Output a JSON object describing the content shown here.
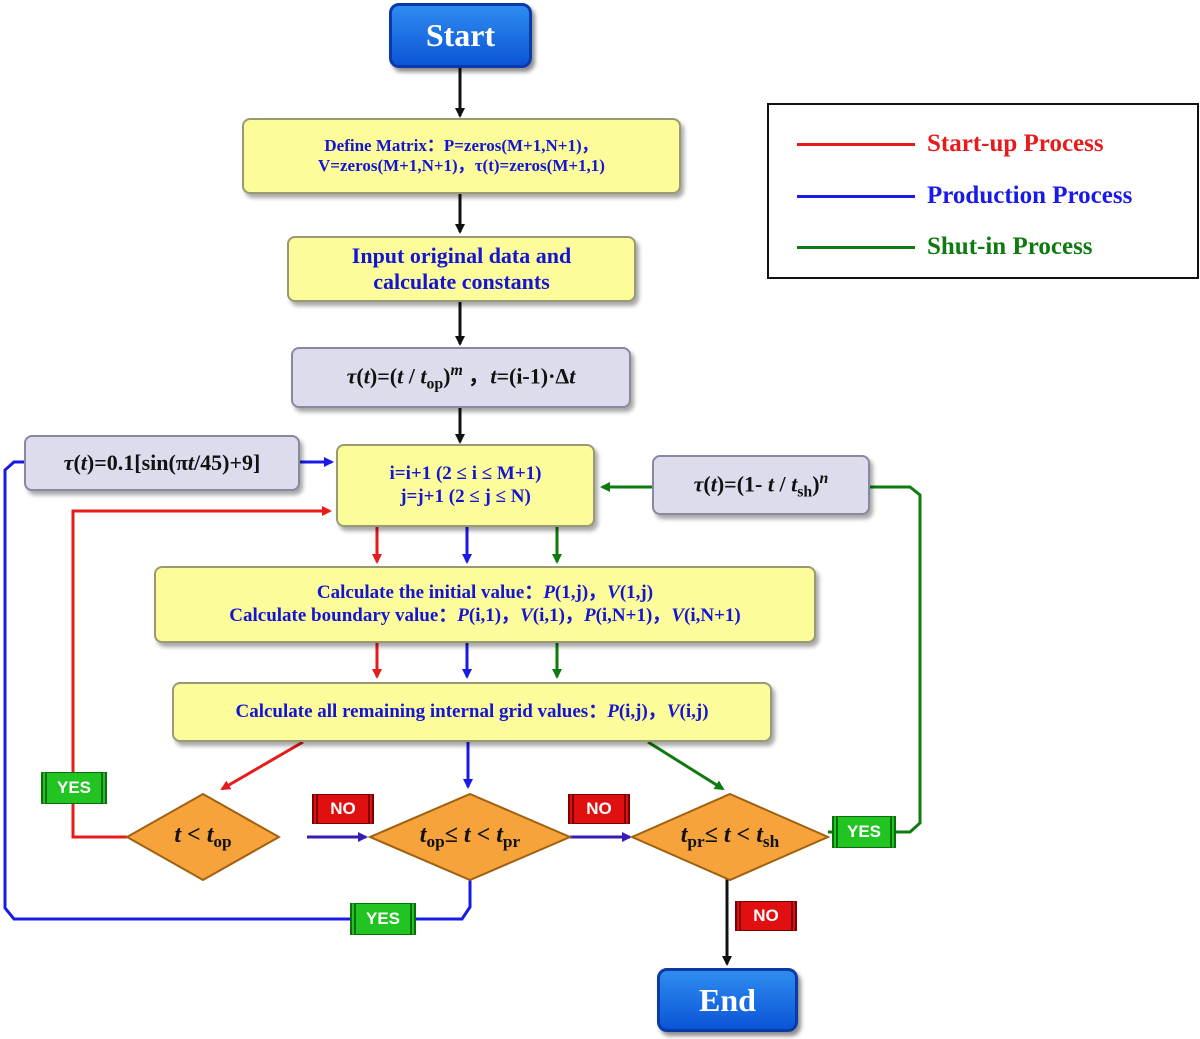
{
  "colors": {
    "startup": "#e61c1c",
    "production": "#1a1ae6",
    "shutin": "#0f7a0f",
    "flow": "#111111",
    "process_fill": "#fcfc9a",
    "formula_fill": "#dcdcec",
    "decision_fill": "#f5a33a"
  },
  "start": {
    "label": "Start"
  },
  "end": {
    "label": "End"
  },
  "define_matrix": {
    "line1": "Define Matrix：P=zeros(M+1,N+1)，",
    "line2": "V=zeros(M+1,N+1)，τ(t)=zeros(M+1,1)"
  },
  "input_data": {
    "line1": "Input original data and",
    "line2": "calculate constants"
  },
  "startup_formula": {
    "text": "τ(t)=(t / top)m ，t=(i-1)·Δt"
  },
  "production_formula": {
    "text": "τ(t)=0.1[sin(πt/45)+9]"
  },
  "shutin_formula": {
    "text": "τ(t)=(1- t / tsh)n"
  },
  "loop_index": {
    "line1": "i=i+1 (2 ≤ i ≤ M+1)",
    "line2": "j=j+1 (2 ≤ j ≤ N)"
  },
  "initial_boundary": {
    "line1": "Calculate the initial value：P(1,j)，V(1,j)",
    "line2": "Calculate boundary value：P(i,1)，V(i,1)，P(i,N+1)，V(i,N+1)"
  },
  "internal_grid": {
    "text": "Calculate all remaining internal grid values：P(i,j)，V(i,j)"
  },
  "decisions": {
    "d1": "t < top",
    "d2": "top≤ t < tpr",
    "d3": "tpr≤ t < tsh"
  },
  "labels": {
    "yes": "YES",
    "no": "NO"
  },
  "legend": [
    {
      "label": "Start-up Process",
      "color": "#e61c1c"
    },
    {
      "label": "Production  Process",
      "color": "#1a1ae6"
    },
    {
      "label": "Shut-in Process",
      "color": "#0f7a0f"
    }
  ]
}
